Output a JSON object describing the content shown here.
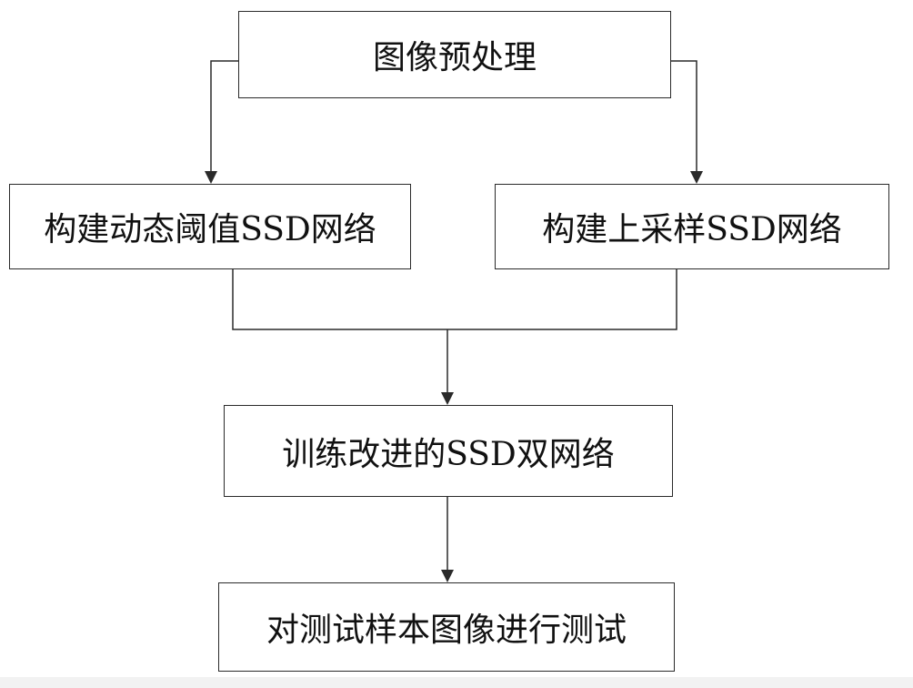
{
  "nodes": {
    "preprocess": "图像预处理",
    "dynamic_threshold": "构建动态阈值SSD网络",
    "upsample": "构建上采样SSD网络",
    "train": "训练改进的SSD双网络",
    "test": "对测试样本图像进行测试"
  },
  "colors": {
    "line": "#2a2a2a",
    "text": "#111111",
    "background": "#ffffff"
  }
}
